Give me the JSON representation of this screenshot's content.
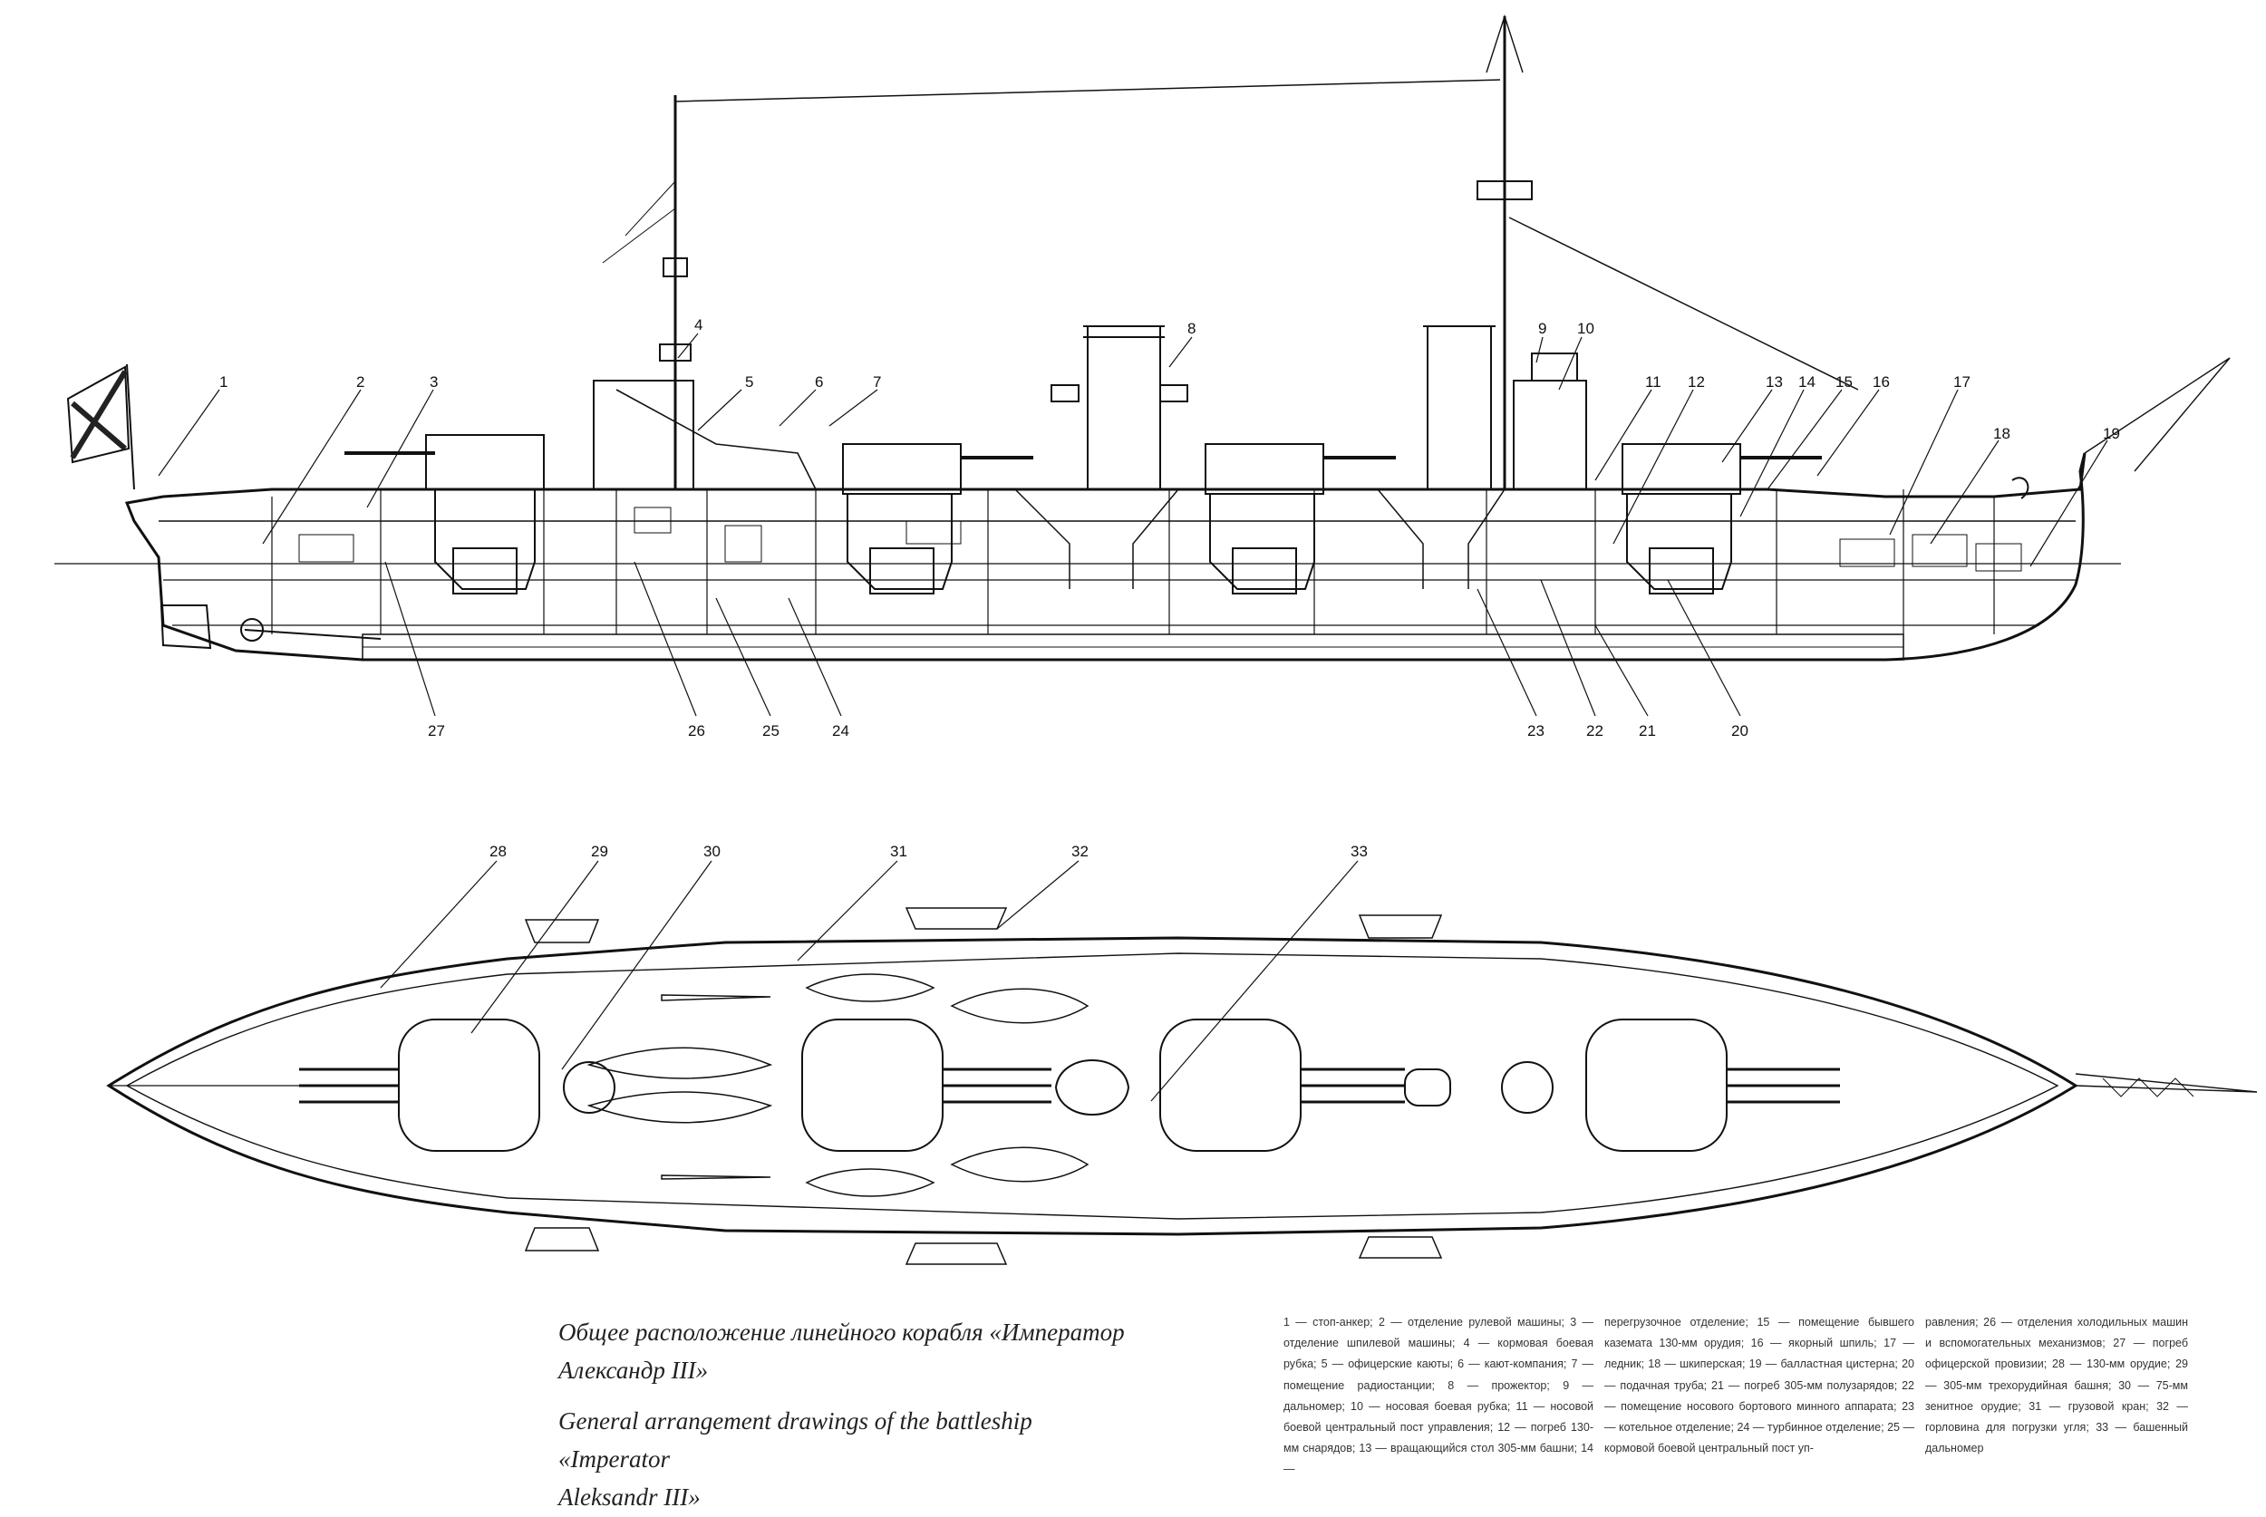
{
  "side_view_labels": [
    {
      "n": "1"
    },
    {
      "n": "2"
    },
    {
      "n": "3"
    },
    {
      "n": "4"
    },
    {
      "n": "5"
    },
    {
      "n": "6"
    },
    {
      "n": "7"
    },
    {
      "n": "8"
    },
    {
      "n": "9"
    },
    {
      "n": "10"
    },
    {
      "n": "11"
    },
    {
      "n": "12"
    },
    {
      "n": "13"
    },
    {
      "n": "14"
    },
    {
      "n": "15"
    },
    {
      "n": "16"
    },
    {
      "n": "17"
    },
    {
      "n": "18"
    },
    {
      "n": "19"
    },
    {
      "n": "20"
    },
    {
      "n": "21"
    },
    {
      "n": "22"
    },
    {
      "n": "23"
    },
    {
      "n": "24"
    },
    {
      "n": "25"
    },
    {
      "n": "26"
    },
    {
      "n": "27"
    }
  ],
  "plan_view_labels": [
    {
      "n": "28"
    },
    {
      "n": "29"
    },
    {
      "n": "30"
    },
    {
      "n": "31"
    },
    {
      "n": "32"
    },
    {
      "n": "33"
    }
  ],
  "caption": {
    "ru_line1": "Общее расположение линейного корабля «Император",
    "ru_line2": "Александр III»",
    "en_line1": "General arrangement drawings of the battleship «Imperator",
    "en_line2": "Aleksandr III»"
  },
  "legend": {
    "col1": "1 — стоп-анкер; 2 — отделение рулевой машины; 3 — отделение шпилевой машины; 4 — кормовая боевая рубка; 5 — офицерские каюты; 6 — кают-компания; 7 — помещение радиостанции; 8 — прожектор; 9 — дальномер; 10 — носовая боевая рубка; 11 — носовой боевой центральный пост управления; 12 — погреб 130-мм снарядов; 13 — вращающийся стол 305-мм башни; 14 —",
    "col2": "перегрузочное отделение; 15 — помещение бывшего каземата 130-мм орудия; 16 — якорный шпиль; 17 — ледник; 18 — шкиперская; 19 — балластная цистерна; 20 — подачная труба; 21 — погреб 305-мм полузарядов; 22 — помещение носового бортового минного аппарата; 23 — котельное отделение; 24 — турбинное отделение; 25 — кормовой боевой центральный пост уп-",
    "col3": "равления; 26 — отделения холодильных машин и вспомогательных механизмов; 27 — погреб офицерской провизии; 28 — 130-мм орудие; 29 — 305-мм трехорудийная башня; 30 — 75-мм зенитное орудие; 31 — грузовой кран; 32 — горловина для погрузки угля; 33 — башенный дальномер"
  },
  "colors": {
    "ink": "#111111",
    "paper": "#ffffff",
    "hatch": "#444444"
  }
}
